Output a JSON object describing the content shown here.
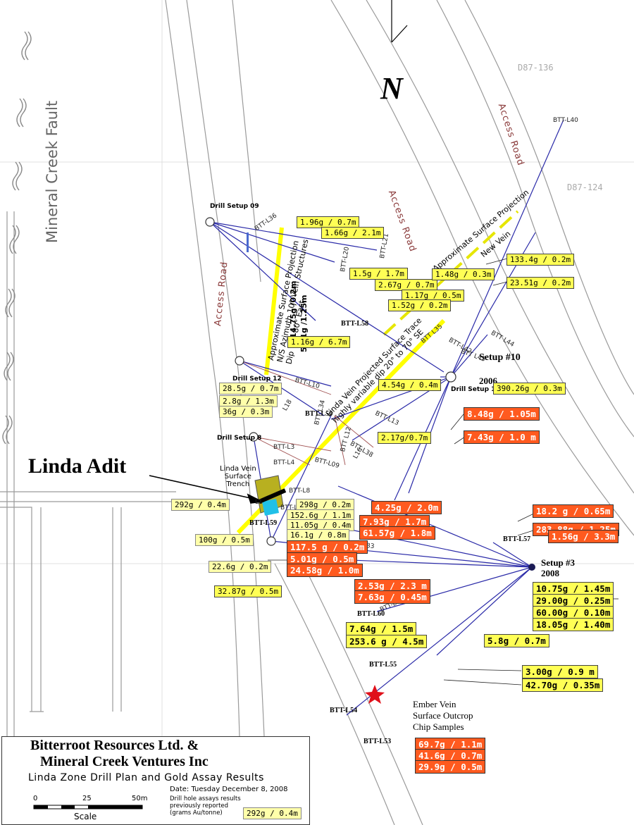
{
  "title": {
    "company_line1": "Bitterroot Resources Ltd. &",
    "company_line2": "Mineral Creek Ventures Inc",
    "subtitle": "Linda Zone Drill Plan and Gold Assay Results",
    "date": "Date: Tuesday December 8, 2008"
  },
  "scale": {
    "tick0": "0",
    "tick25": "25",
    "tick50": "50m",
    "label": "Scale"
  },
  "legend": {
    "note_line1": "Drill hole assays results",
    "note_line2": "previously reported",
    "note_line3": "(grams Au/tonne)",
    "sample": "292g / 0.4m"
  },
  "map_text": {
    "north": "N",
    "fault": "Mineral Creek Fault",
    "linda_adit": "Linda Adit",
    "trench": [
      "Linda Vein",
      "Surface",
      "Trench"
    ],
    "access_road_1": "Access Road",
    "access_road_2": "Access Road",
    "access_road_3": "Access Road",
    "d87_136": "D87-136",
    "d87_124": "D87-124",
    "approx_projection_ns": "Approximate Surface Projection",
    "ns_azimuth": "N/S Azimuth 10° Vein Structures",
    "ns_dip": "Dip 70°-80° East",
    "approx_projection_new": "Approximate Surface Projection",
    "new_vein": "New Vein",
    "linda_projected": "Linda Vein Projected Surface Trace",
    "highly_variable": "highly variable dip 20° to 70° SE",
    "ember": [
      "Ember Vein",
      "Surface Outcrop",
      "Chip Samples"
    ]
  },
  "setups": {
    "s09": "Drill Setup 09",
    "s12": "Drill Setup 12",
    "s8": "Drill Setup 8",
    "s10": "Drill Setup 10",
    "setup10_title": "Setup #10",
    "setup10_year": "2006",
    "setup3_title": "Setup #3",
    "setup3_year": "2008"
  },
  "holes": {
    "L36": "BTT-L36",
    "L21": "BTT-L21",
    "L20": "BTT-L20",
    "L58": "BTT-L58",
    "L56": "BTT-L56",
    "L59": "BTT-L59",
    "L57": "BTT-L57",
    "L60": "BTT-L60",
    "L55": "BTT-L55",
    "L54": "BTT-L54",
    "L53": "BTT-L53",
    "L40": "BTT-L40",
    "L42": "BTT-L42",
    "L43": "BTT L43",
    "L44": "BTT L44",
    "L35": "BTT L35",
    "L10": "BTT-L10",
    "L13": "BTT-L13",
    "L38": "BTT-L38",
    "L3": "BTT-L3",
    "L4": "BTT-L4",
    "L09": "BTT-L09",
    "L8": "BTT-L8",
    "L1a": "BTT-L1",
    "L1b": "L1",
    "L33": "BTT-L33",
    "L6": "BTT-L6",
    "L34": "BTT L34",
    "L12": "BTT L12",
    "L18": "L18",
    "L16": "L16"
  },
  "assays": {
    "a1": "1.96g / 0.7m",
    "a2": "1.66g / 2.1m",
    "a3": "1.5g / 1.7m",
    "a4": "2.67g / 0.7m",
    "a5": "1.48g / 0.3m",
    "a6": "1.17g / 0.5m",
    "a7": "1.52g / 0.2m",
    "a8": "133.4g / 0.2m",
    "a9": "23.51g / 0.2m",
    "a10": "1.16g / 6.7m",
    "a11": "28.5g / 0.7m",
    "a12": "2.8g / 1.3m",
    "a13": "36g / 0.3m",
    "a14": "4.54g / 0.4m",
    "a15": "390.26g / 0.3m",
    "a16": "2.17g/0.7m",
    "a17": "292g / 0.4m",
    "a18": "298g / 0.2m",
    "a19": "152.6g / 1.1m",
    "a20": "11.05g / 0.4m",
    "a21": "16.1g / 0.8m",
    "a22": "100g / 0.5m",
    "a23": "22.6g / 0.2m",
    "a24": "32.87g / 0.5m",
    "v1": "5.01g /1.25m",
    "v2": "14.75g /0.2m",
    "r1": "8.48g / 1.05m",
    "r2": "7.43g / 1.0 m",
    "r3": "18.2 g / 0.65m",
    "r4": "283.88g / 1.25m",
    "r5": "4.25g / 2.0m",
    "r6": "7.93g / 1.7m",
    "r7": "61.57g / 1.8m",
    "r8": "1.56g / 3.3m",
    "r9": "117.5 g / 0.2m",
    "r10": "5.01g / 0.5m",
    "r11": "24.58g / 1.0m",
    "r12": "2.53g / 2.3 m",
    "r13": "7.63g / 0.45m",
    "r14": "69.7g / 1.1m",
    "r15": "41.6g / 0.7m",
    "r16": "29.9g / 0.5m",
    "y1": "10.75g / 1.45m",
    "y2": "29.00g / 0.25m",
    "y3": "60.00g / 0.10m",
    "y4": "18.05g / 1.40m",
    "y5": "7.64g / 1.5m",
    "y6": "253.6 g / 4.5m",
    "y7": "5.8g / 0.7m",
    "y8": "3.00g / 0.9 m",
    "y9": "42.70g / 0.35m"
  },
  "colors": {
    "new_assay": "#ff5a1f",
    "assay": "#ffff55",
    "old_assay": "#ffffaa",
    "road": "#8a3a3a",
    "vein": "#ffff00",
    "drill_trace": "#2a2aa8"
  }
}
